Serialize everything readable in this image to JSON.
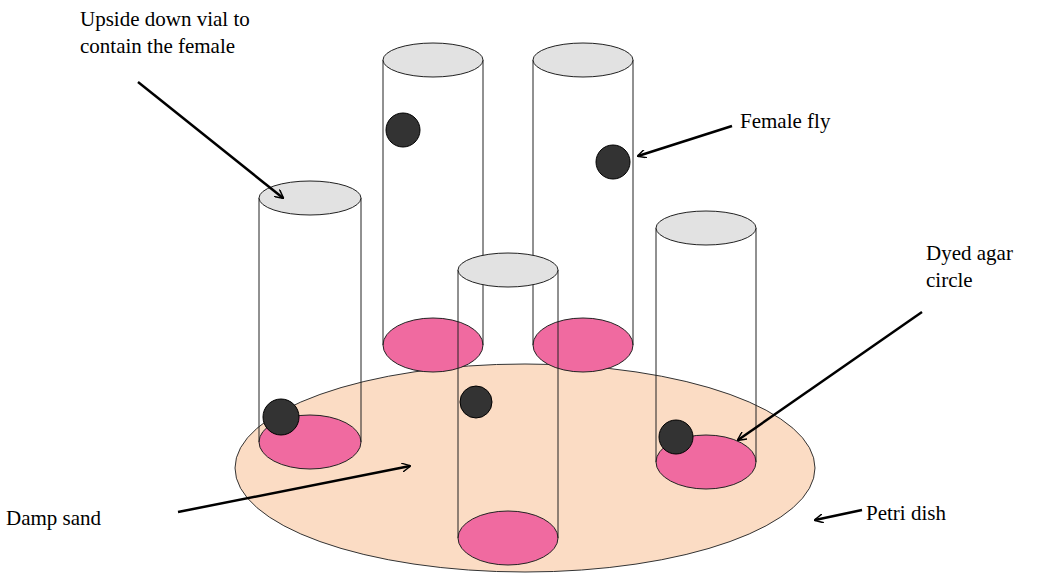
{
  "diagram": {
    "labels": [
      "Upside down vial to contain the female",
      "Female fly",
      "Dyed agar circle",
      "Damp sand",
      "Petri dish"
    ]
  }
}
